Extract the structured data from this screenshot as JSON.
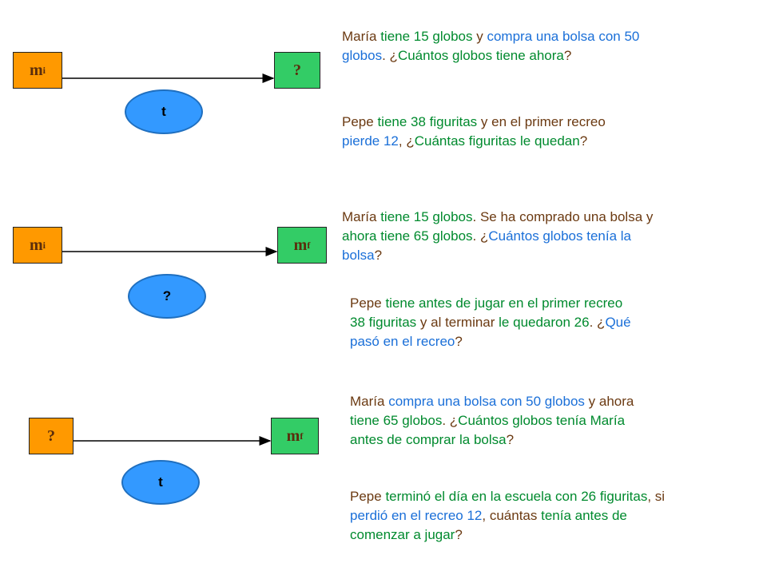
{
  "colors": {
    "brown": "#6b3a12",
    "green": "#008a2e",
    "blue": "#1a6fd8",
    "box_orange": "#ff9900",
    "box_green": "#33cc66",
    "ellipse": "#3399ff"
  },
  "diagrams": [
    {
      "left_main": "m",
      "left_sub": "i",
      "right_main": "?",
      "right_sub": "",
      "ellipse": "t"
    },
    {
      "left_main": "m",
      "left_sub": "i",
      "right_main": "m",
      "right_sub": "f",
      "ellipse": "?"
    },
    {
      "left_main": "?",
      "left_sub": "",
      "right_main": "m",
      "right_sub": "f",
      "ellipse": "t"
    }
  ],
  "problems": [
    {
      "segments": [
        {
          "t": "María ",
          "c": "brown"
        },
        {
          "t": "tiene 15 globos",
          "c": "green"
        },
        {
          "t": " y ",
          "c": "brown"
        },
        {
          "t": "compra una bolsa con 50 globos",
          "c": "blue"
        },
        {
          "t": ". ¿",
          "c": "brown"
        },
        {
          "t": "Cuántos globos tiene ahora",
          "c": "green"
        },
        {
          "t": "?",
          "c": "brown"
        }
      ]
    },
    {
      "segments": [
        {
          "t": "Pepe ",
          "c": "brown"
        },
        {
          "t": "tiene 38 figuritas",
          "c": "green"
        },
        {
          "t": " y en el primer recreo ",
          "c": "brown"
        },
        {
          "t": "pierde 12",
          "c": "blue"
        },
        {
          "t": ", ¿",
          "c": "brown"
        },
        {
          "t": "Cuántas figuritas le quedan",
          "c": "green"
        },
        {
          "t": "?",
          "c": "brown"
        }
      ]
    },
    {
      "segments": [
        {
          "t": "María ",
          "c": "brown"
        },
        {
          "t": "tiene 15 globos",
          "c": "green"
        },
        {
          "t": ". Se ha comprado una bolsa y ",
          "c": "brown"
        },
        {
          "t": "ahora tiene 65 globos",
          "c": "green"
        },
        {
          "t": ". ¿",
          "c": "brown"
        },
        {
          "t": "Cuántos globos tenía la bolsa",
          "c": "blue"
        },
        {
          "t": "?",
          "c": "brown"
        }
      ]
    },
    {
      "segments": [
        {
          "t": "Pepe ",
          "c": "brown"
        },
        {
          "t": "tiene antes de jugar en el primer recreo 38 figuritas",
          "c": "green"
        },
        {
          "t": " y al  terminar  ",
          "c": "brown"
        },
        {
          "t": "le quedaron 26",
          "c": "green"
        },
        {
          "t": ". ¿",
          "c": "brown"
        },
        {
          "t": "Qué pasó en el recreo",
          "c": "blue"
        },
        {
          "t": "?",
          "c": "brown"
        }
      ]
    },
    {
      "segments": [
        {
          "t": "María ",
          "c": "brown"
        },
        {
          "t": "compra una bolsa con 50 globos",
          "c": "blue"
        },
        {
          "t": " y ahora ",
          "c": "brown"
        },
        {
          "t": "tiene 65 globos",
          "c": "green"
        },
        {
          "t": ". ¿",
          "c": "brown"
        },
        {
          "t": "Cuántos globos tenía María antes de comprar la bolsa",
          "c": "green"
        },
        {
          "t": "?",
          "c": "brown"
        }
      ]
    },
    {
      "segments": [
        {
          "t": "Pepe ",
          "c": "brown"
        },
        {
          "t": "terminó el día en la escuela con 26 figuritas",
          "c": "green"
        },
        {
          "t": ", si ",
          "c": "brown"
        },
        {
          "t": "perdió en el recreo 12",
          "c": "blue"
        },
        {
          "t": ", cuántas ",
          "c": "brown"
        },
        {
          "t": "tenía antes de comenzar a jugar",
          "c": "green"
        },
        {
          "t": "?",
          "c": "brown"
        }
      ]
    }
  ]
}
